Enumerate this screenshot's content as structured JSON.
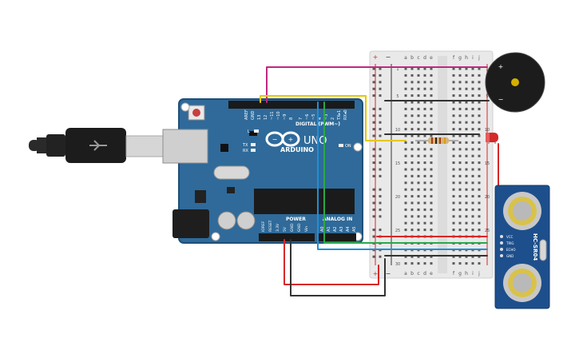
{
  "arduino": {
    "brand": "ARDUINO",
    "model": "UNO",
    "on_label": "ON",
    "l_label": "L",
    "tx_label": "TX",
    "rx_label": "RX",
    "digital_label": "DIGITAL (PWM~)",
    "power_label": "POWER",
    "analog_label": "ANALOG IN",
    "top_pins": [
      "AREF",
      "GND",
      "13",
      "12",
      "~11",
      "~10",
      "~9",
      "8",
      "7",
      "~6",
      "~5",
      "4",
      "~3",
      "2",
      "TX▸1",
      "RX◂0"
    ],
    "power_pins": [
      "IOREF",
      "RESET",
      "3.3V",
      "5V",
      "GND",
      "GND",
      "Vin"
    ],
    "analog_pins": [
      "A0",
      "A1",
      "A2",
      "A3",
      "A4",
      "A5"
    ],
    "board_color": "#2f6a9a"
  },
  "breadboard": {
    "plus": "+",
    "minus": "−",
    "cols_left": [
      "a",
      "b",
      "c",
      "d",
      "e"
    ],
    "cols_right": [
      "f",
      "g",
      "h",
      "i",
      "j"
    ],
    "row_numbers": [
      "1",
      "5",
      "10",
      "15",
      "20",
      "25",
      "30"
    ]
  },
  "buzzer": {
    "plus": "+",
    "minus": "−"
  },
  "sensor": {
    "name": "HC-SR04",
    "pins": [
      "VCC",
      "TRIG",
      "ECHO",
      "GND"
    ]
  },
  "colors": {
    "wire_magenta": "#c02880",
    "wire_yellow": "#e6c800",
    "wire_blue": "#1e90d8",
    "wire_green": "#2aa84a",
    "wire_red": "#d62828",
    "wire_black": "#333333"
  }
}
